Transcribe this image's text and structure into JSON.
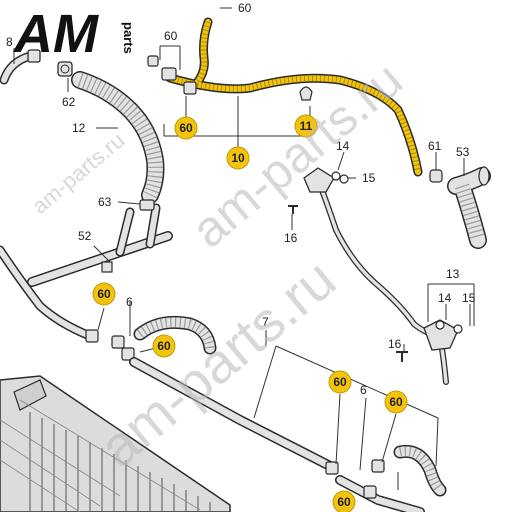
{
  "colors": {
    "callout_fill": "#f2c40f",
    "callout_stroke": "#c49b00",
    "hose_fill": "#e3e3e3",
    "hose_stroke": "#2b2b2b",
    "hose_yellow": "#f2c40f",
    "watermark": "#b9b9b9"
  },
  "logo": {
    "brand": "AM",
    "suffix": "parts"
  },
  "watermarks": {
    "large": "am-parts.ru",
    "small": "am-parts.ru",
    "mid": "am-parts.ru"
  },
  "labels": {
    "l60_top": "60",
    "l60_mid": "60",
    "l8": "8",
    "l62": "62",
    "l12": "12",
    "l63": "63",
    "l52": "52",
    "l14a": "14",
    "l15a": "15",
    "l16a": "16",
    "l61": "61",
    "l53": "53",
    "l13": "13",
    "l14b": "14",
    "l15b": "15",
    "l16b": "16",
    "l6a": "6",
    "l7": "7",
    "l6b": "6"
  },
  "callouts": {
    "c60_a": "60",
    "c10": "10",
    "c11": "11",
    "c60_b": "60",
    "c60_c": "60",
    "c60_d": "60",
    "c60_e": "60",
    "c60_f": "60"
  }
}
